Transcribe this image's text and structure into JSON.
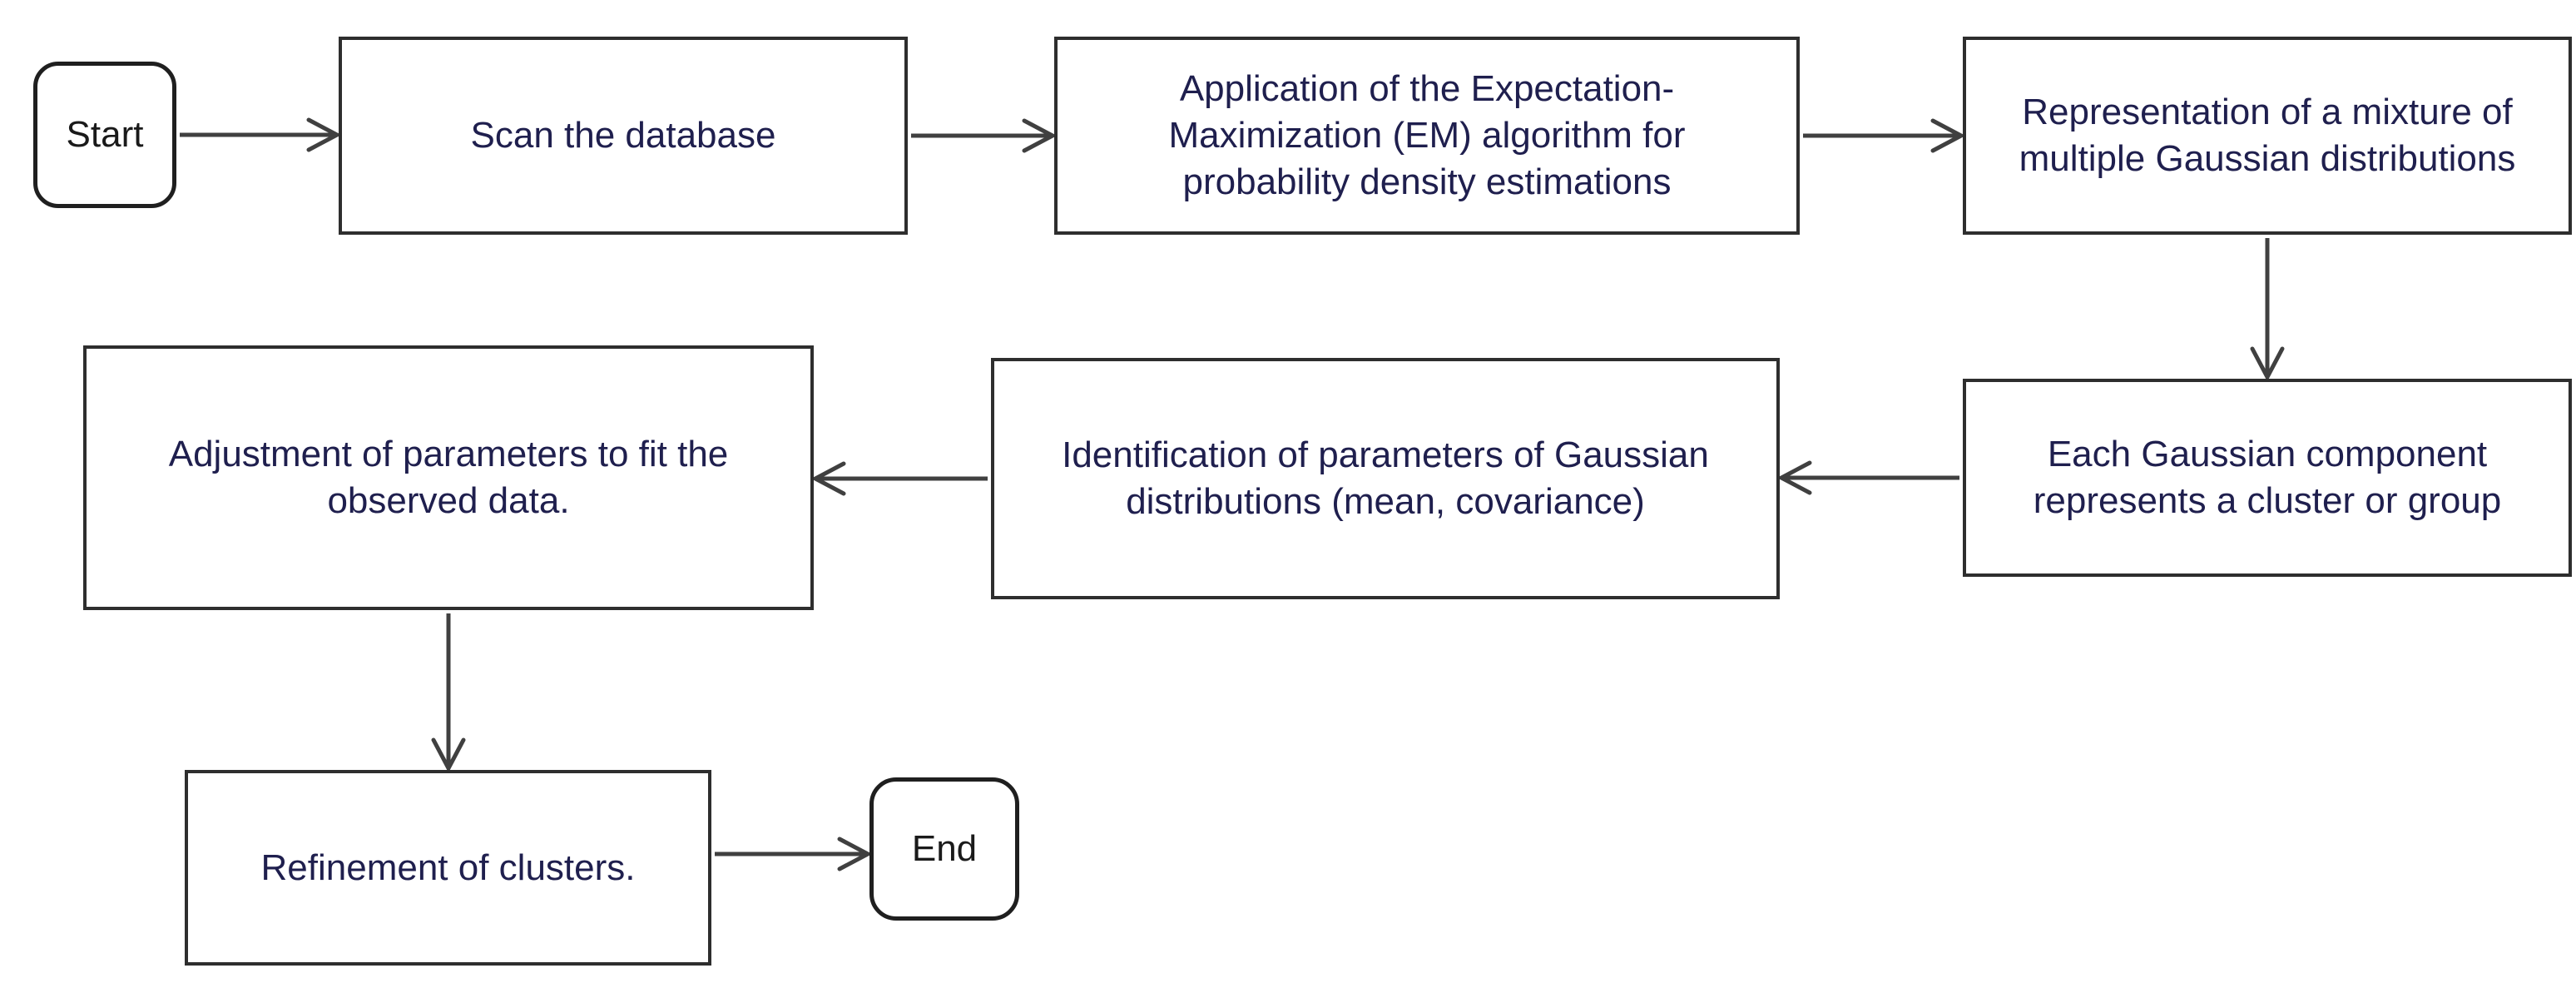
{
  "diagram": {
    "type": "flowchart",
    "topic": "Gaussian Mixture Model / EM clustering process",
    "colors": {
      "background": "#ffffff",
      "process_border": "#2e2e2e",
      "terminator_border": "#1f1f1f",
      "process_text": "#1f1f4e",
      "terminator_text": "#1a1a1a",
      "arrow": "#404040"
    },
    "nodes": {
      "start": {
        "label": "Start",
        "type": "terminator"
      },
      "scan": {
        "label": "Scan the database",
        "type": "process"
      },
      "em": {
        "label": "Application of the Expectation-Maximization (EM) algorithm for probability density estimations",
        "type": "process"
      },
      "repr": {
        "label": "Representation of a mixture of multiple Gaussian distributions",
        "type": "process"
      },
      "eachg": {
        "label": "Each Gaussian component represents a cluster or group",
        "type": "process"
      },
      "ident": {
        "label": "Identification of parameters of Gaussian distributions (mean, covariance)",
        "type": "process"
      },
      "adjust": {
        "label": "Adjustment of parameters to fit the observed data.",
        "type": "process"
      },
      "refine": {
        "label": "Refinement of clusters.",
        "type": "process"
      },
      "end": {
        "label": "End",
        "type": "terminator"
      }
    },
    "edges": [
      {
        "from": "start",
        "to": "scan",
        "direction": "right"
      },
      {
        "from": "scan",
        "to": "em",
        "direction": "right"
      },
      {
        "from": "em",
        "to": "repr",
        "direction": "right"
      },
      {
        "from": "repr",
        "to": "eachg",
        "direction": "down"
      },
      {
        "from": "eachg",
        "to": "ident",
        "direction": "left"
      },
      {
        "from": "ident",
        "to": "adjust",
        "direction": "left"
      },
      {
        "from": "adjust",
        "to": "refine",
        "direction": "down"
      },
      {
        "from": "refine",
        "to": "end",
        "direction": "right"
      }
    ]
  }
}
